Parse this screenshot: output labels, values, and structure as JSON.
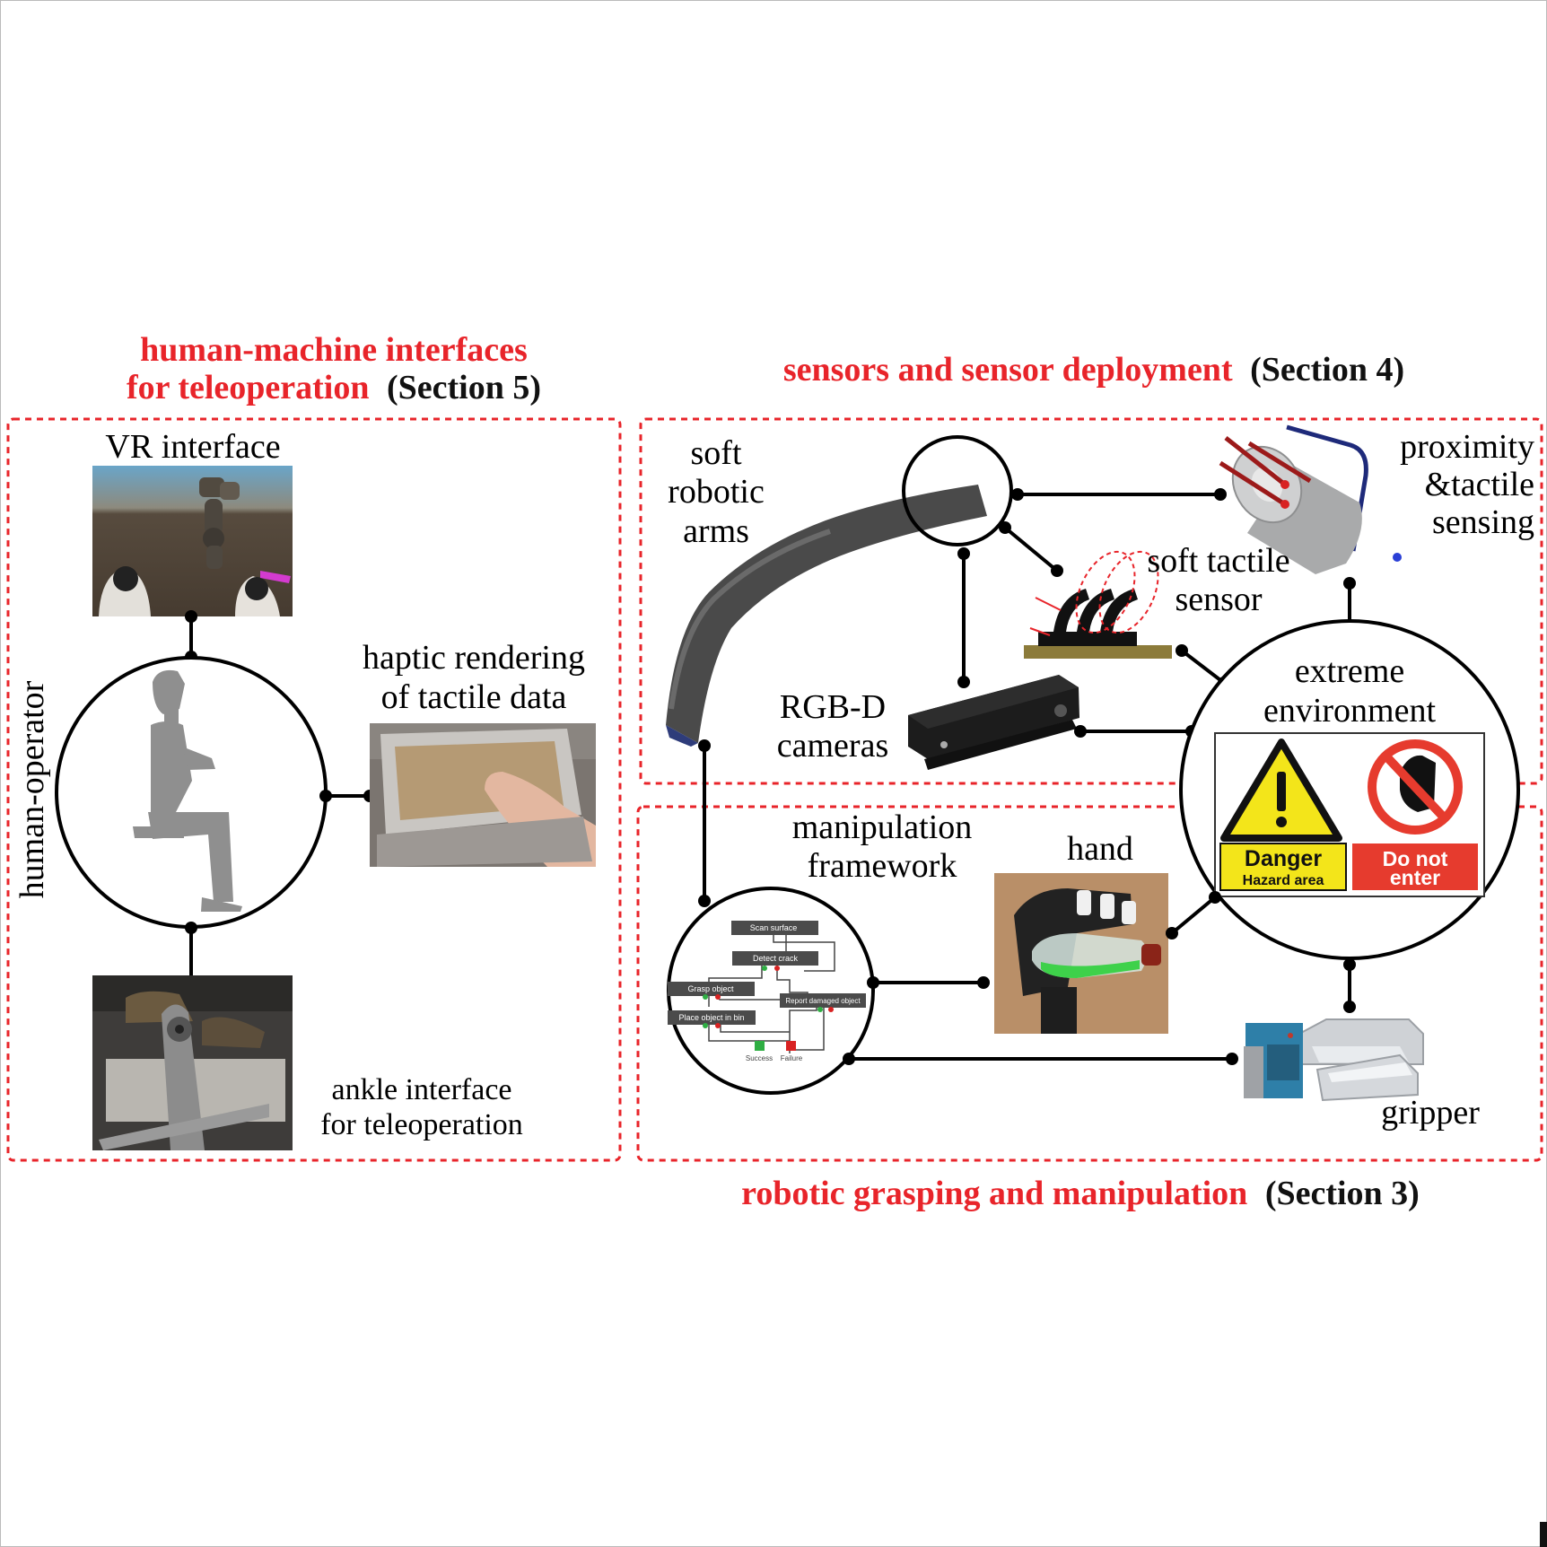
{
  "headings": {
    "hmi_line1": "human-machine interfaces",
    "hmi_line2": "for teleoperation",
    "hmi_section": "(Section 5)",
    "sensors": "sensors and sensor deployment",
    "sensors_section": "(Section 4)",
    "grasping": "robotic grasping and manipulation",
    "grasping_section": "(Section 3)"
  },
  "left_panel": {
    "vr_label": "VR interface",
    "operator_label": "human-operator",
    "haptic_line1": "haptic rendering",
    "haptic_line2": "of tactile data",
    "ankle_line1": "ankle interface",
    "ankle_line2": "for teleoperation"
  },
  "sensors_panel": {
    "soft_arm_line1": "soft",
    "soft_arm_line2": "robotic",
    "soft_arm_line3": "arms",
    "proximity_line1": "proximity",
    "proximity_line2": "&tactile",
    "proximity_line3": "sensing",
    "tactile_line1": "soft tactile",
    "tactile_line2": "sensor",
    "rgbd_line1": "RGB-D",
    "rgbd_line2": "cameras"
  },
  "environment": {
    "label_line1": "extreme",
    "label_line2": "environment",
    "danger_title": "Danger",
    "danger_sub": "Hazard area",
    "noentry_line1": "Do not",
    "noentry_line2": "enter"
  },
  "grasping_panel": {
    "framework_line1": "manipulation",
    "framework_line2": "framework",
    "hand_label": "hand",
    "gripper_label": "gripper",
    "nodes": [
      "Scan surface",
      "Detect crack",
      "Grasp object",
      "Report damaged object",
      "Place object in bin"
    ],
    "outcomes": [
      "Success",
      "Failure"
    ]
  },
  "colors": {
    "accent_red": "#e8242a",
    "dashed_border": "#e8242a",
    "connector": "#000000",
    "warning_yellow": "#f3e51a",
    "noentry_red": "#e63b2e"
  }
}
